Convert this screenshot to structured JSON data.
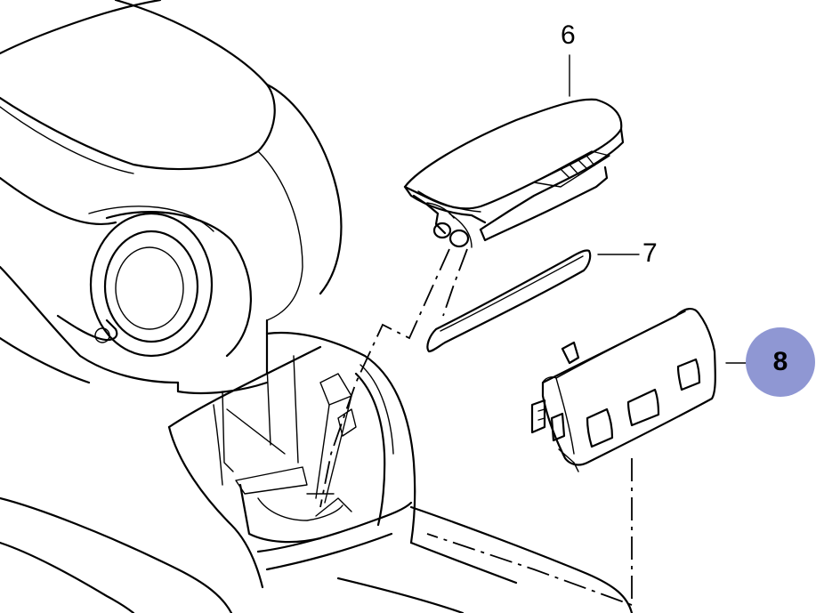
{
  "diagram": {
    "callouts": [
      {
        "id": "6",
        "label": "6"
      },
      {
        "id": "7",
        "label": "7"
      },
      {
        "id": "8",
        "label": "8",
        "highlighted": true
      }
    ],
    "colors": {
      "line": "#000000",
      "highlight": "#8f97d3",
      "background": "#ffffff"
    }
  }
}
